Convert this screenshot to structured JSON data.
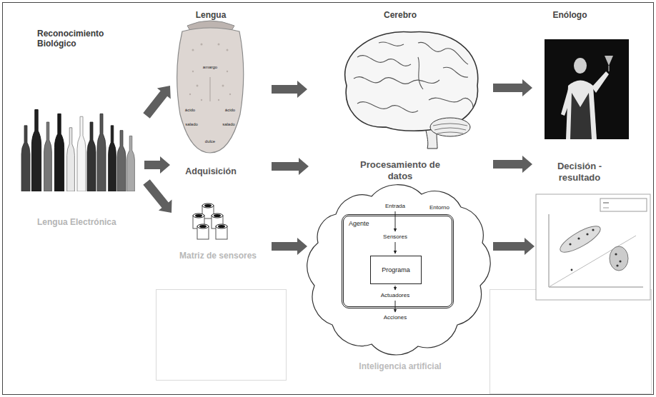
{
  "diagram": {
    "nodes": [
      {
        "text": [
          "Reconocimiento Biológico",
          "Lengua Electrónica"
        ]
      },
      {
        "text": [
          "Lengua"
        ]
      },
      {
        "text": [
          "Adquisición"
        ]
      },
      {
        "text": [
          "Matriz de sensores"
        ]
      },
      {
        "text": [
          "Cerebro"
        ]
      },
      {
        "text": [
          "Procesamiento de datos"
        ]
      },
      {
        "text": [
          "Inteligencia artificial"
        ]
      },
      {
        "text": [
          "Agente"
        ],
        "in": 6
      },
      {
        "text": [
          "Programa"
        ],
        "in": 7
      },
      {
        "text": [
          "Enólogo"
        ]
      },
      {
        "text": [
          "Decisión - resultado"
        ]
      }
    ],
    "edges": [
      {
        "from": 0,
        "to": 1,
        "arrow": "to"
      },
      {
        "from": 0,
        "to": 2,
        "arrow": "to"
      },
      {
        "from": 0,
        "to": 3,
        "arrow": "to"
      },
      {
        "from": 1,
        "to": 4,
        "arrow": "to"
      },
      {
        "from": 2,
        "to": 5,
        "arrow": "to"
      },
      {
        "from": 3,
        "to": 6,
        "arrow": "to"
      },
      {
        "from": 4,
        "to": 9,
        "arrow": "to"
      },
      {
        "from": 5,
        "to": 10,
        "arrow": "to"
      }
    ],
    "labels": [
      "amargo",
      "ácido",
      "ácido",
      "salado",
      "salado",
      "dulce",
      "Entrada",
      "Entorno",
      "Sensores",
      "Actuadores",
      "Acciones"
    ]
  }
}
